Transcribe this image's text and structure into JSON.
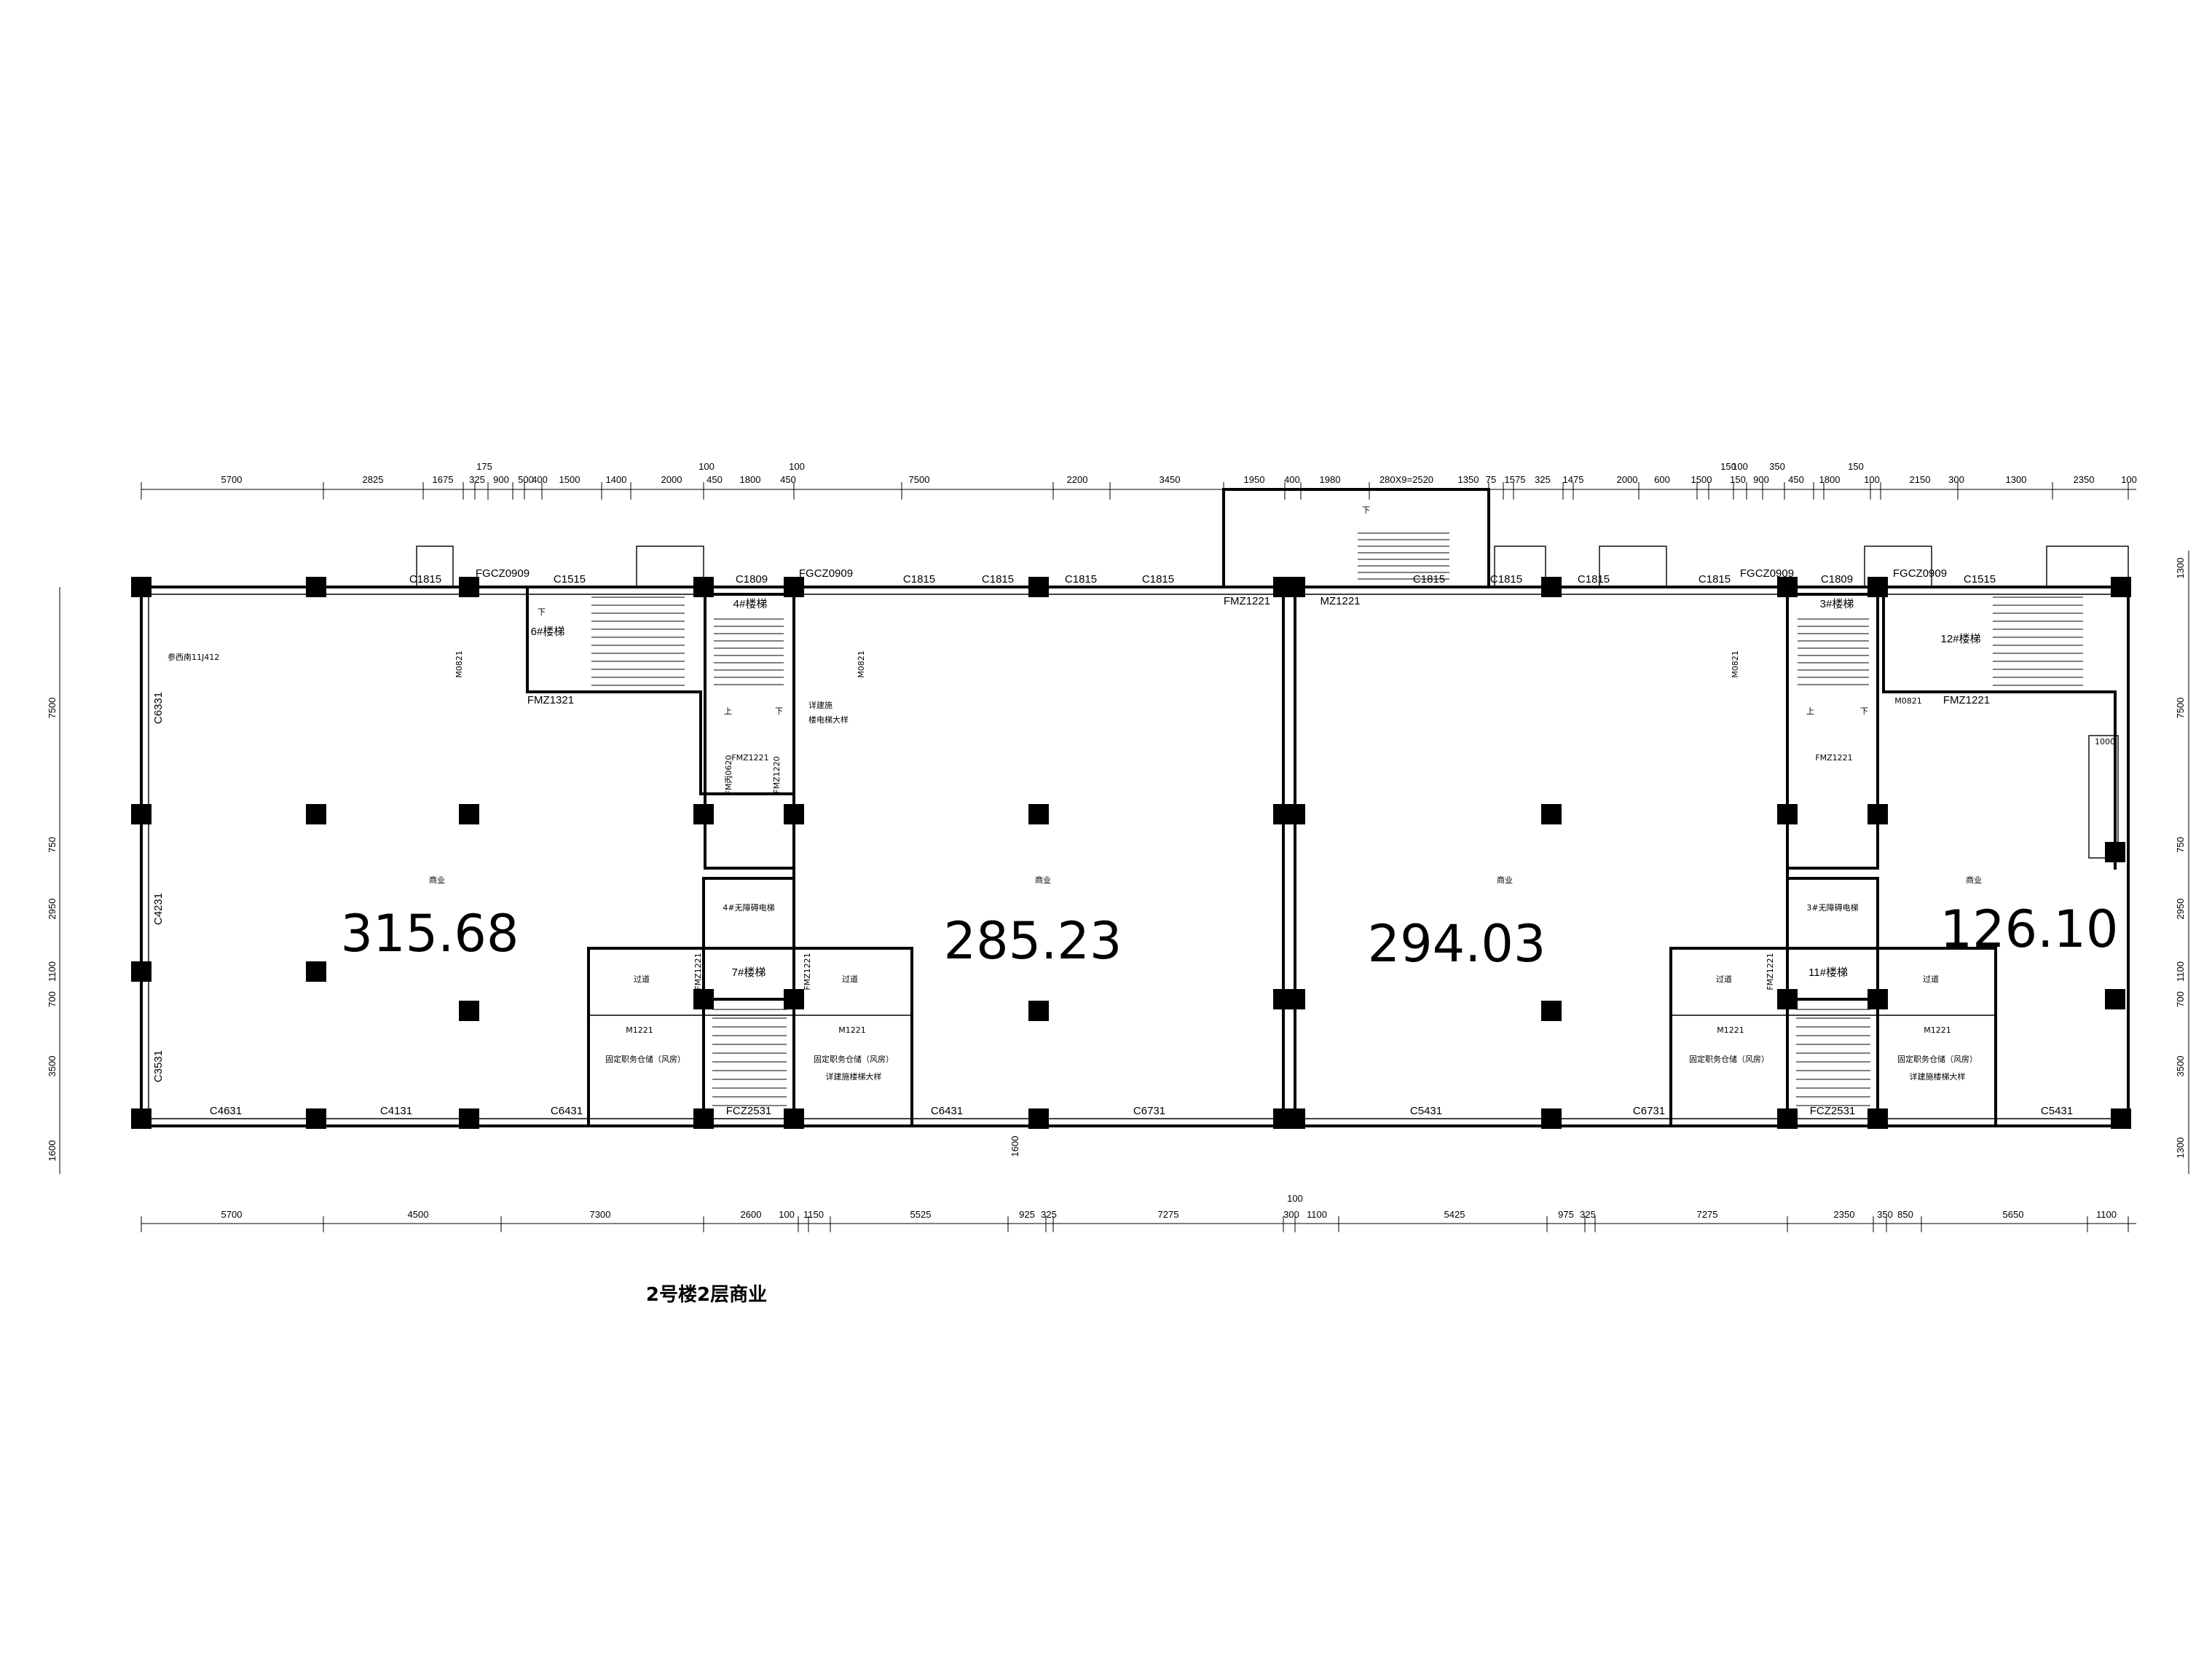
{
  "caption": "2号楼2层商业",
  "areas": [
    "315.68",
    "285.23",
    "294.03",
    "126.10"
  ],
  "shop_label": "商业",
  "dims_top": [
    "5700",
    "2825",
    "1675",
    "325",
    "900",
    "500",
    "400",
    "1500",
    "1400",
    "2000",
    "450",
    "1800",
    "450",
    "7500",
    "2200",
    "3450",
    "1950",
    "400",
    "1980",
    "280X9=2520",
    "1350",
    "75",
    "1575",
    "325",
    "1475",
    "2000",
    "600",
    "1500",
    "150",
    "900",
    "450",
    "1800",
    "100",
    "2150",
    "300",
    "1300",
    "2350",
    "100"
  ],
  "dims_top_extra": [
    "175",
    "100",
    "100",
    "150",
    "100",
    "350",
    "150"
  ],
  "dims_bottom": [
    "5700",
    "4500",
    "7300",
    "2600",
    "100",
    "1150",
    "5525",
    "925",
    "325",
    "7275",
    "300",
    "1100",
    "5425",
    "975",
    "325",
    "7275",
    "2350",
    "350",
    "850",
    "5650",
    "1100"
  ],
  "dims_bottom_extra": [
    "100",
    "1600"
  ],
  "dims_left": [
    "7500",
    "750",
    "2950",
    "1100",
    "700",
    "3500",
    "1600"
  ],
  "dims_right": [
    "1300",
    "7500",
    "750",
    "2950",
    "1100",
    "700",
    "3500",
    "1300"
  ],
  "stairs": [
    "6#楼梯",
    "4#楼梯",
    "7#楼梯",
    "3#楼梯",
    "12#楼梯",
    "11#楼梯"
  ],
  "elevators": [
    "4#无障碍电梯",
    "3#无障碍电梯"
  ],
  "windows": [
    "C1815",
    "C1515",
    "C1809",
    "C1815",
    "C1815",
    "C1815",
    "C1815",
    "C1815",
    "C1815",
    "C1815",
    "C1815",
    "C1809",
    "C1515",
    "C6331",
    "C4231",
    "C3531",
    "C4631",
    "C4131",
    "C6431",
    "C6431",
    "C6731",
    "C5431",
    "C6731",
    "C5431"
  ],
  "doors": [
    "FGCZ0909",
    "FGCZ0909",
    "FGCZ0909",
    "FGCZ0909",
    "FMZ1321",
    "FMZ1221",
    "MZ1221",
    "FMZ1221",
    "FM丙0620",
    "FMZ1220",
    "FCZ2531",
    "FCZ2531",
    "M0821",
    "M0821",
    "M0821",
    "M0821",
    "M1221",
    "M1221",
    "M1221",
    "M1221",
    "FMZ1221",
    "FMZ1221",
    "FMZ1221",
    "FMZ1221",
    "FMZ1221"
  ],
  "notes": [
    "参西南11J412",
    "详建施",
    "楼电梯大样",
    "过道",
    "固定职务仓储（风房）",
    "详建施楼梯大样",
    "1000",
    "下",
    "上"
  ]
}
